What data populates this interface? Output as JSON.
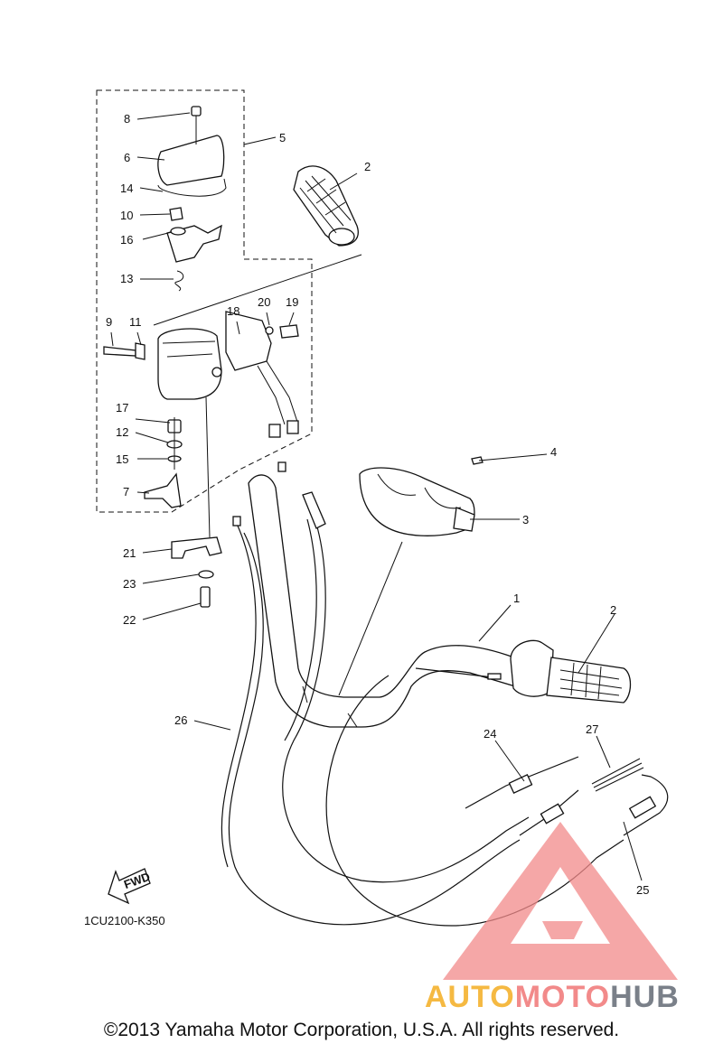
{
  "diagram": {
    "code": "1CU2100-K350",
    "fwd_label": "FWD",
    "callouts": [
      "1",
      "2",
      "2",
      "3",
      "4",
      "5",
      "6",
      "7",
      "8",
      "9",
      "10",
      "11",
      "12",
      "13",
      "14",
      "15",
      "16",
      "17",
      "18",
      "19",
      "20",
      "21",
      "22",
      "23",
      "24",
      "25",
      "26",
      "27"
    ]
  },
  "footer": {
    "copyright": "©2013 Yamaha Motor Corporation, U.S.A. All rights reserved."
  },
  "watermark": {
    "word1": "AUTO",
    "word2": "MOTO",
    "word3": "HUB",
    "colors": {
      "auto": "#f5b942",
      "moto": "#f28a8a",
      "hub": "#7a8089",
      "triangle": "#f28a8a"
    }
  }
}
